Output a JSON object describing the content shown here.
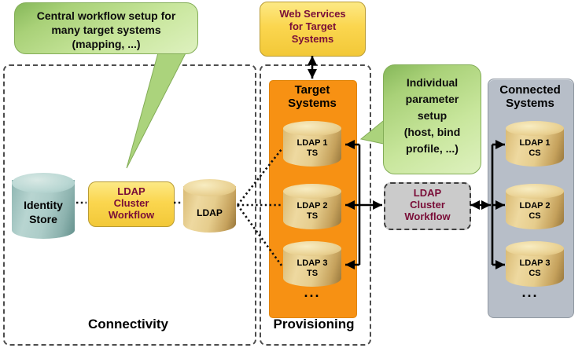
{
  "callouts": {
    "central": {
      "line1": "Central workflow setup for",
      "line2": "many target systems",
      "line3": "(mapping, ...)"
    },
    "individual": {
      "line1": "Individual",
      "line2": "parameter",
      "line3": "setup",
      "line4": "(host, bind",
      "line5": "profile, ...)"
    }
  },
  "web_services_box": {
    "line1": "Web Services",
    "line2": "for Target",
    "line3": "Systems"
  },
  "identity_store": {
    "line1": "Identity",
    "line2": "Store"
  },
  "ldap_cluster_workflow_central": {
    "line1": "LDAP",
    "line2": "Cluster",
    "line3": "Workflow"
  },
  "ldap_cylinder_label": "LDAP",
  "target_systems": {
    "title1": "Target",
    "title2": "Systems",
    "cyl1": {
      "line1": "LDAP 1",
      "line2": "TS"
    },
    "cyl2": {
      "line1": "LDAP 2",
      "line2": "TS"
    },
    "cyl3": {
      "line1": "LDAP 3",
      "line2": "TS"
    },
    "more": "..."
  },
  "ldap_cluster_workflow_individual": {
    "line1": "LDAP",
    "line2": "Cluster",
    "line3": "Workflow"
  },
  "connected_systems": {
    "title1": "Connected",
    "title2": "Systems",
    "cyl1": {
      "line1": "LDAP 1",
      "line2": "CS"
    },
    "cyl2": {
      "line1": "LDAP 2",
      "line2": "CS"
    },
    "cyl3": {
      "line1": "LDAP 3",
      "line2": "CS"
    },
    "more": "..."
  },
  "sections": {
    "connectivity": "Connectivity",
    "provisioning": "Provisioning"
  },
  "colors": {
    "accent_orange": "#f79113",
    "callout_green": "#b6db8a",
    "box_yellow": "#fbd64f",
    "maroon_text": "#7a0e38",
    "connected_gray": "#b7bec8",
    "teal_cylinder": "#a9cdc9",
    "gold_cylinder": "#e3c67f"
  }
}
